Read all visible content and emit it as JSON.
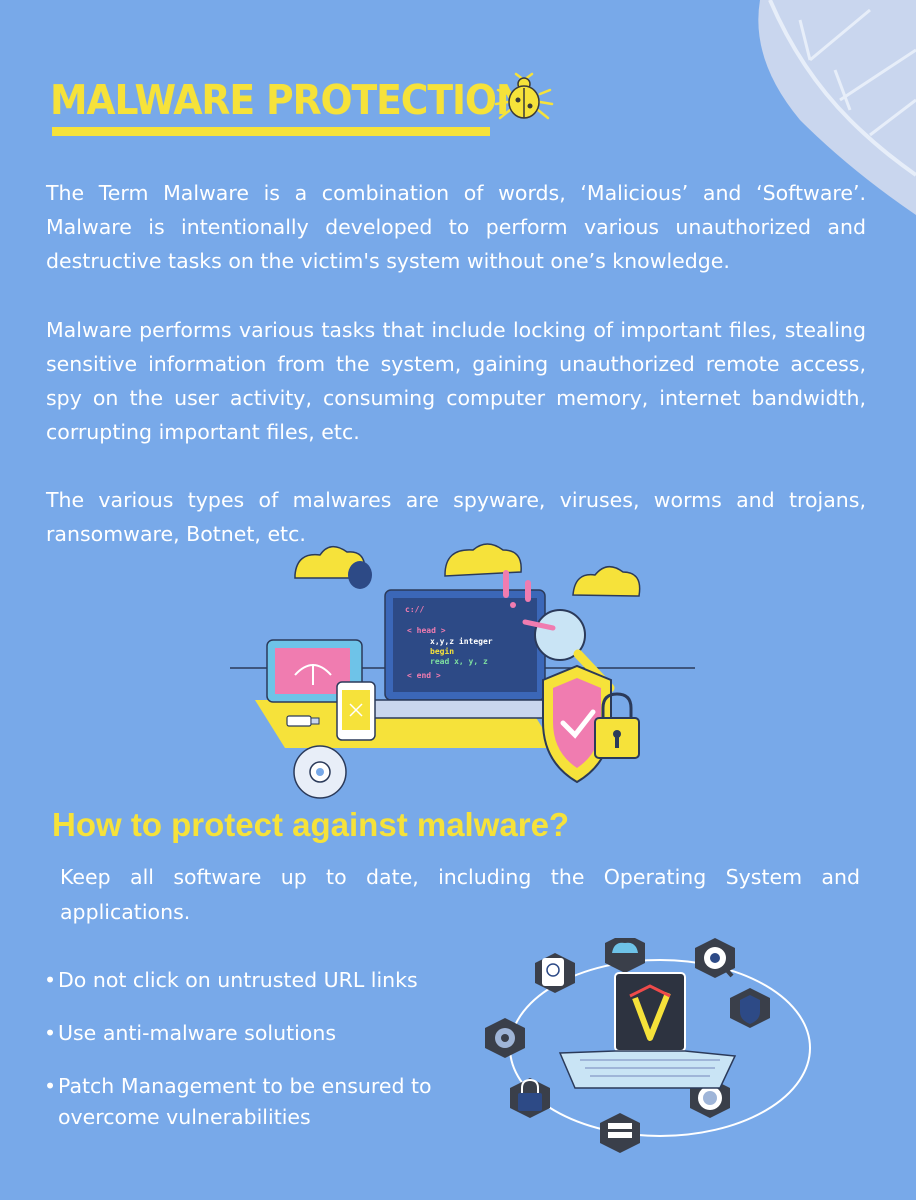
{
  "title": "MALWARE PROTECTION",
  "paragraphs": {
    "p1": "The Term Malware is a combination of words, ‘Malicious’ and ‘Software’. Malware is intentionally developed to perform various unauthorized and destructive tasks on the victim's system without one’s knowledge.",
    "p2": "Malware performs various tasks that include locking of important files, stealing sensitive information from the system, gaining unauthorized remote access, spy on the user activity, consuming computer memory, internet bandwidth, corrupting important files, etc.",
    "p3": "The various types of malwares are spyware, viruses, worms and trojans, ransomware, Botnet, etc."
  },
  "illustration": {
    "code_lines": [
      "c://",
      "< head >",
      "x,y,z integer",
      "begin",
      "read x, y, z",
      "< end >"
    ]
  },
  "protect": {
    "heading": "How to protect against malware?",
    "intro": "Keep all software up to date, including the Operating System and applications.",
    "bullets": [
      "Do not click on untrusted URL links",
      "Use anti-malware solutions",
      "Patch Management to be ensured to overcome vulnerabilities"
    ]
  },
  "colors": {
    "background": "#78a9e9",
    "accent_yellow": "#f6e23a",
    "dark_blue": "#2a55b5"
  }
}
